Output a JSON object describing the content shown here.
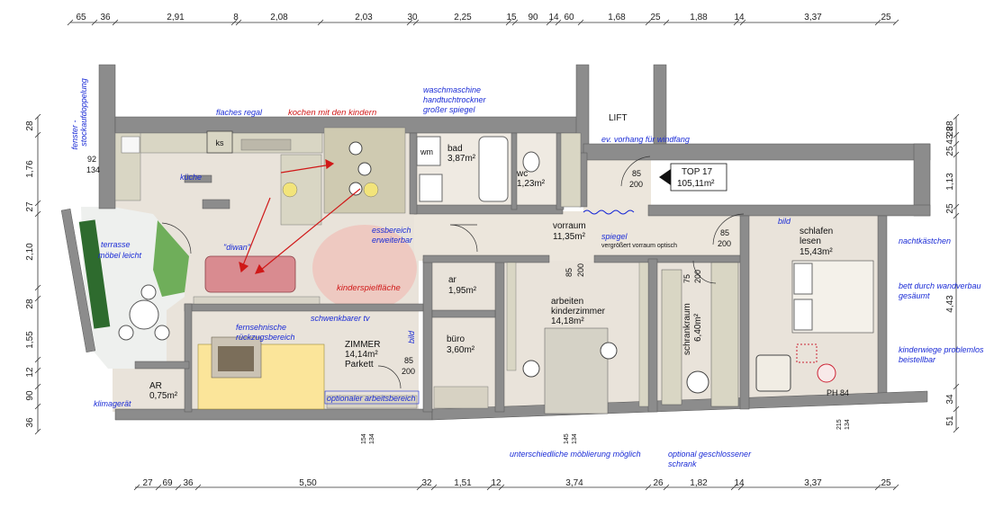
{
  "dims_top": [
    "65",
    "36",
    "2,91",
    "8",
    "2,08",
    "2,03",
    "30",
    "2,25",
    "15",
    "90",
    "14",
    "60",
    "1,68",
    "25",
    "1,88",
    "14",
    "3,37",
    "25"
  ],
  "dims_bottom": [
    "27",
    "69",
    "36",
    "5,50",
    "32",
    "1,51",
    "12",
    "3,74",
    "26",
    "1,82",
    "14",
    "3,37",
    "25"
  ],
  "dims_left": [
    "28",
    "1,76",
    "27",
    "2,10",
    "28",
    "1,55",
    "12",
    "90",
    "36"
  ],
  "dims_right": [
    "28",
    "25",
    "43",
    "28",
    "1,13",
    "25",
    "4,43",
    "34",
    "51"
  ],
  "wall_dims": {
    "kitchen_window_a": "92",
    "kitchen_window_b": "134",
    "door_entry_a": "85",
    "door_entry_b": "200",
    "door_bed_a": "85",
    "door_bed_b": "200",
    "door_ar_a": "85",
    "door_ar_b": "200",
    "door_wardrobe_a": "75",
    "door_wardrobe_b": "200",
    "door_zimmer_a": "85",
    "door_zimmer_b": "200",
    "window_zimmer_a": "154",
    "window_zimmer_b": "134",
    "window_work_a": "145",
    "window_work_b": "134",
    "window_bed_a": "215",
    "window_bed_b": "134"
  },
  "rooms": {
    "bad_name": "bad",
    "bad_area": "3,87m²",
    "wc_name": "wc",
    "wc_area": "1,23m²",
    "vorraum_name": "vorraum",
    "vorraum_area": "11,35m²",
    "ar_name": "ar",
    "ar_area": "1,95m²",
    "buero_name": "büro",
    "buero_area": "3,60m²",
    "arbeiten_l1": "arbeiten",
    "arbeiten_l2": "kinderzimmer",
    "arbeiten_area": "14,18m²",
    "schrank_name": "schrankraum",
    "schrank_area": "6,40m²",
    "schlafen_l1": "schlafen",
    "schlafen_l2": "lesen",
    "schlafen_area": "15,43m²",
    "zimmer_name": "ZIMMER",
    "zimmer_area": "14,14m²",
    "zimmer_floor": "Parkett",
    "ar_small_name": "AR",
    "ar_small_area": "0,75m²",
    "lift": "LIFT",
    "top_l1": "TOP 17",
    "top_l2": "105,11m²",
    "ph": "PH 84",
    "ks": "ks",
    "wm": "wm"
  },
  "notes_blue": {
    "fenster_1": "fenster -",
    "fenster_2": "stockaufdoppelung",
    "flaches_regal": "flaches regal",
    "wasch_1": "waschmaschine",
    "wasch_2": "handtuchtrockner",
    "wasch_3": "großer spiegel",
    "vorhang": "ev. vorhang für windfang",
    "kueche": "küche",
    "terrasse_1": "terrasse",
    "terrasse_2": "möbel leicht",
    "diwan": "\"diwan\"",
    "essbereich_1": "essbereich",
    "essbereich_2": "erweiterbar",
    "spiegel": "spiegel",
    "spiegel_sub": "vergrößert vorraum optisch",
    "bild_top": "bild",
    "bild_side": "bild",
    "nachtkaestchen": "nachtkästchen",
    "bett_1": "bett durch wandverbau",
    "bett_2": "gesäumt",
    "wiege_1": "kinderwiege problemlos",
    "wiege_2": "beistellbar",
    "schwenk": "schwenkbarer tv",
    "fernseh_1": "fernsehnische",
    "fernseh_2": "rückzugsbereich",
    "optional_arbeit": "optionaler arbeitsbereich",
    "klima": "klimagerät",
    "moeblierung": "unterschiedliche möblierung möglich",
    "geschlossen_1": "optional geschlossener",
    "geschlossen_2": "schrank"
  },
  "notes_red": {
    "kochen": "kochen mit den kindern",
    "kinderspiel": "kinderspielfläche"
  },
  "colors": {
    "wall": "#8c8c8c",
    "floor": "#e9e3da",
    "furniture": "#d9d6c4",
    "annotation_blue": "#1a2bd6",
    "annotation_red": "#d01818",
    "sofa_yellow": "#fbe59a",
    "play_area": "#f2b8b0"
  }
}
